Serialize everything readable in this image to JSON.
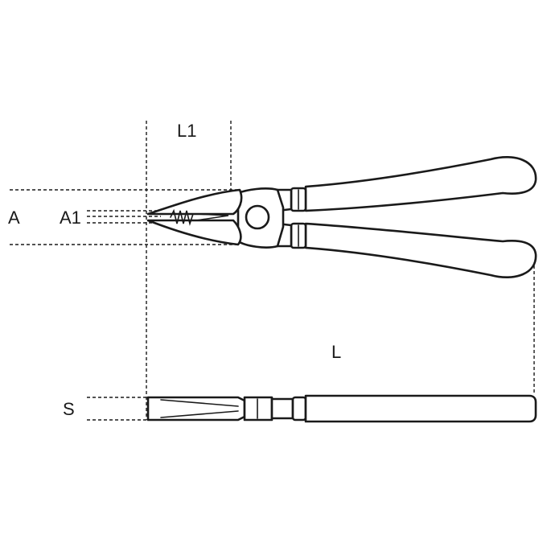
{
  "diagram": {
    "labels": {
      "jaw_length": "L1",
      "head_width": "A",
      "tip_width": "A1",
      "overall_length": "L",
      "thickness": "S"
    },
    "colors": {
      "line": "#1a1a1a",
      "background": "#ffffff"
    }
  }
}
